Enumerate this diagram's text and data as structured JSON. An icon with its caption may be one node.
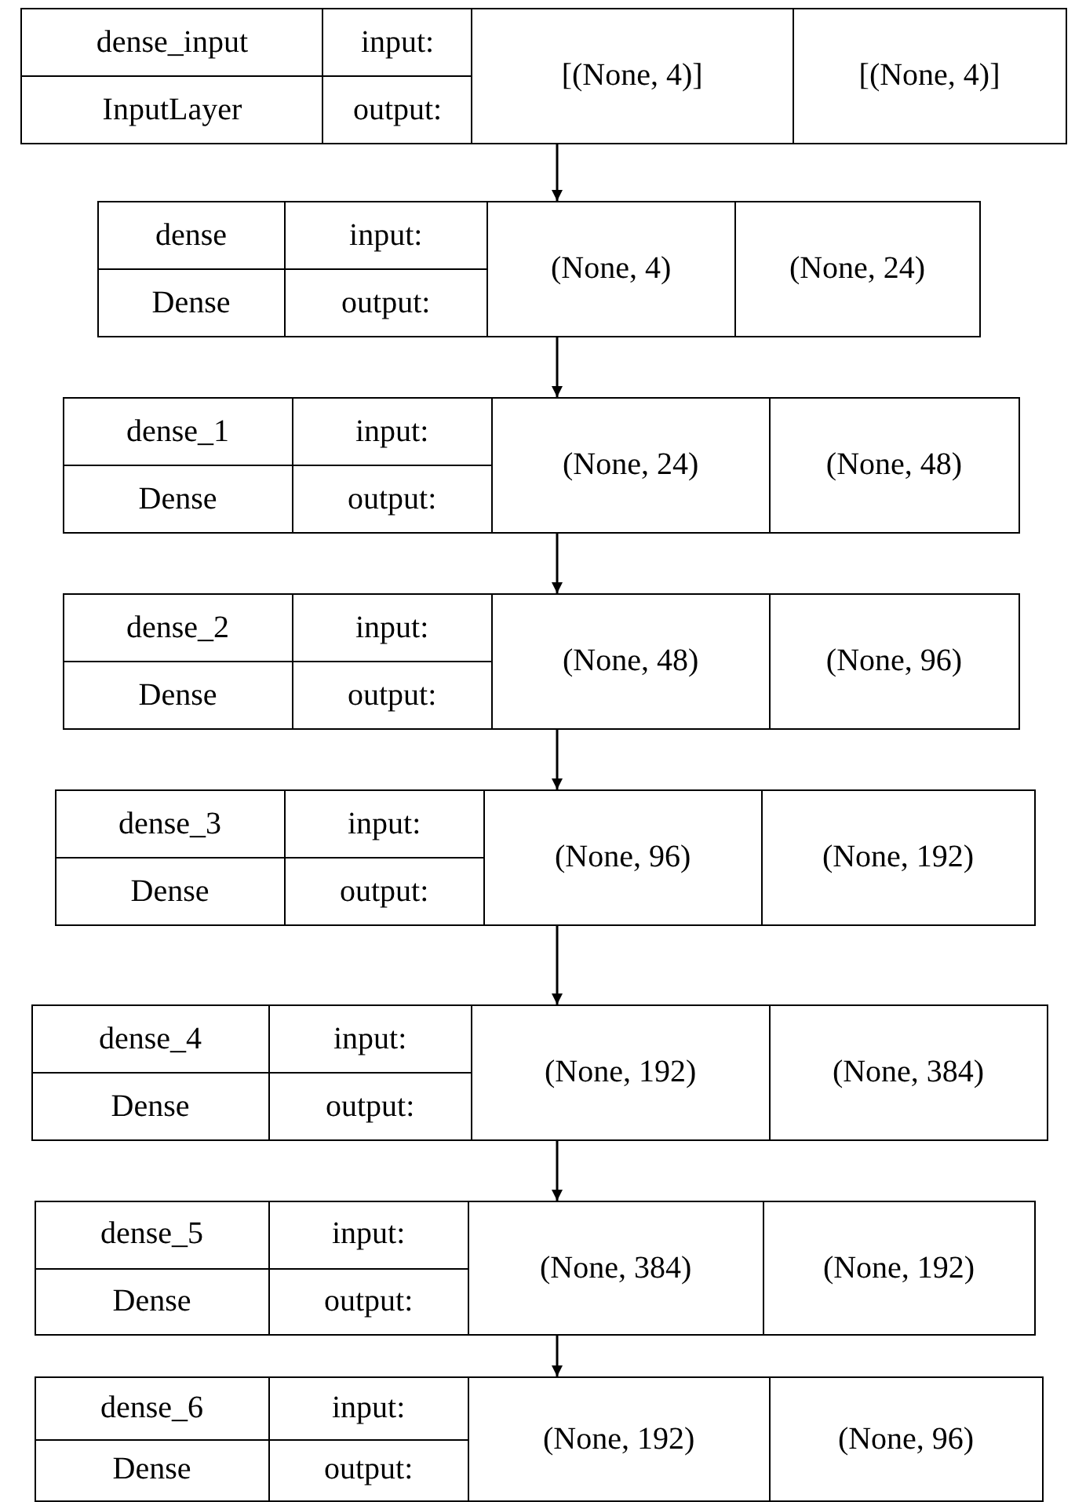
{
  "diagram": {
    "nodes": [
      {
        "text": [
          "dense_input",
          "InputLayer",
          "input:",
          "output:",
          "[(None, 4)]",
          "[(None, 4)]"
        ]
      },
      {
        "text": [
          "dense",
          "Dense",
          "input:",
          "output:",
          "(None, 4)",
          "(None, 24)"
        ]
      },
      {
        "text": [
          "dense_1",
          "Dense",
          "input:",
          "output:",
          "(None, 24)",
          "(None, 48)"
        ]
      },
      {
        "text": [
          "dense_2",
          "Dense",
          "input:",
          "output:",
          "(None, 48)",
          "(None, 96)"
        ]
      },
      {
        "text": [
          "dense_3",
          "Dense",
          "input:",
          "output:",
          "(None, 96)",
          "(None, 192)"
        ]
      },
      {
        "text": [
          "dense_4",
          "Dense",
          "input:",
          "output:",
          "(None, 192)",
          "(None, 384)"
        ]
      },
      {
        "text": [
          "dense_5",
          "Dense",
          "input:",
          "output:",
          "(None, 384)",
          "(None, 192)"
        ]
      },
      {
        "text": [
          "dense_6",
          "Dense",
          "input:",
          "output:",
          "(None, 192)",
          "(None, 96)"
        ]
      }
    ],
    "edges": [
      {
        "from": 0,
        "to": 1,
        "arrow": "to"
      },
      {
        "from": 1,
        "to": 2,
        "arrow": "to"
      },
      {
        "from": 2,
        "to": 3,
        "arrow": "to"
      },
      {
        "from": 3,
        "to": 4,
        "arrow": "to"
      },
      {
        "from": 4,
        "to": 5,
        "arrow": "to"
      },
      {
        "from": 5,
        "to": 6,
        "arrow": "to"
      },
      {
        "from": 6,
        "to": 7,
        "arrow": "to"
      }
    ]
  }
}
